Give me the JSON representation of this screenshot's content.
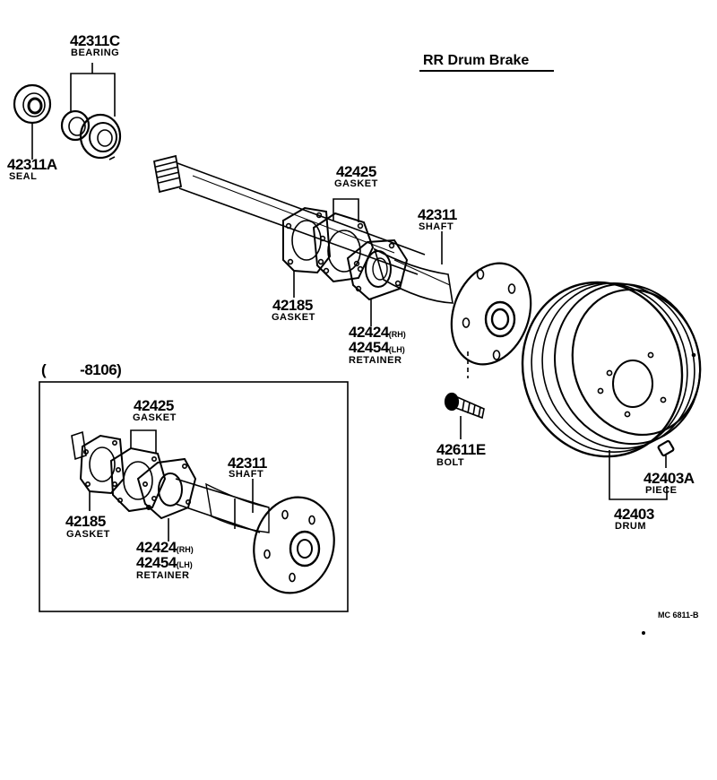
{
  "header": {
    "title": "RR  Drum Brake"
  },
  "inset": {
    "range_label": "(         -8106)"
  },
  "parts": {
    "bearing": {
      "number": "42311C",
      "name": "BEARING"
    },
    "seal": {
      "number": "42311A",
      "name": "SEAL"
    },
    "gasket_top": {
      "number": "42425",
      "name": "GASKET"
    },
    "shaft_top": {
      "number": "42311",
      "name": "SHAFT"
    },
    "gasket_left": {
      "number": "42185",
      "name": "GASKET"
    },
    "retainer_top": {
      "number_rh": "42424",
      "suffix_rh": "(RH)",
      "number_lh": "42454",
      "suffix_lh": "(LH)",
      "name": "RETAINER"
    },
    "bolt": {
      "number": "42611E",
      "name": "BOLT"
    },
    "piece": {
      "number": "42403A",
      "name": "PIECE"
    },
    "drum": {
      "number": "42403",
      "name": "DRUM"
    },
    "inset_gasket_top": {
      "number": "42425",
      "name": "GASKET"
    },
    "inset_shaft": {
      "number": "42311",
      "name": "SHAFT"
    },
    "inset_gasket_left": {
      "number": "42185",
      "name": "GASKET"
    },
    "inset_retainer": {
      "number_rh": "42424",
      "suffix_rh": "(RH)",
      "number_lh": "42454",
      "suffix_lh": "(LH)",
      "name": "RETAINER"
    }
  },
  "footer": {
    "code": "MC  6811-B"
  }
}
